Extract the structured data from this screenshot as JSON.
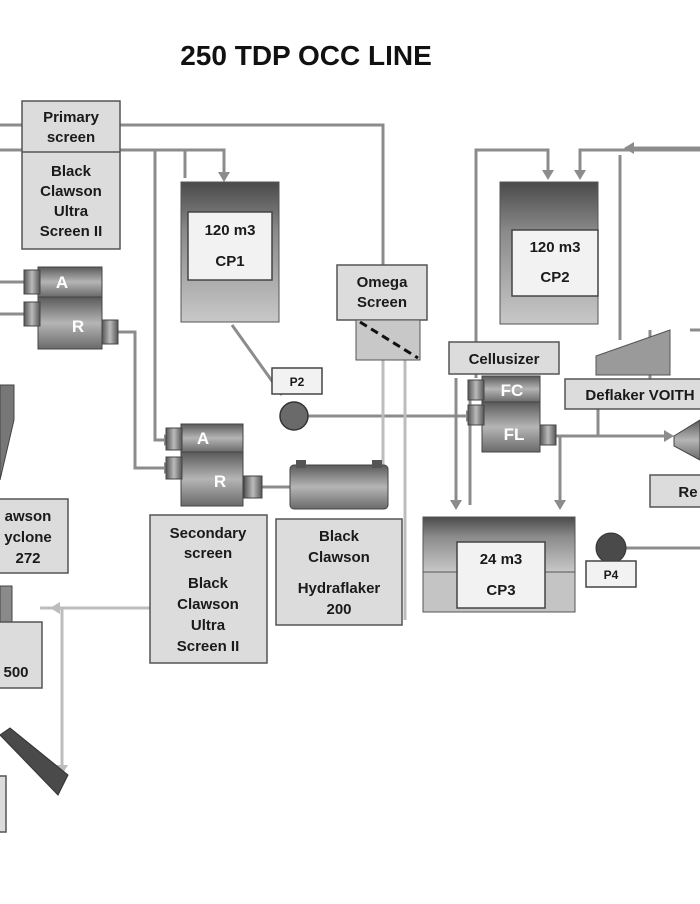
{
  "title": "250 TDP OCC LINE",
  "labels": {
    "primary_screen_line1": "Primary",
    "primary_screen_line2": "screen",
    "primary_screen_model1": "Black",
    "primary_screen_model2": "Clawson",
    "primary_screen_model3": "Ultra",
    "primary_screen_model4": "Screen II",
    "cp1_volume": "120 m3",
    "cp1_name": "CP1",
    "omega_line1": "Omega",
    "omega_line2": "Screen",
    "p2": "P2",
    "stage_a": "A",
    "stage_r": "R",
    "secondary_line1": "Secondary",
    "secondary_line2": "screen",
    "secondary_model1": "Black",
    "secondary_model2": "Clawson",
    "secondary_model3": "Ultra",
    "secondary_model4": "Screen II",
    "hydraflaker_line1": "Black",
    "hydraflaker_line2": "Clawson",
    "hydraflaker_line3": "Hydraflaker",
    "hydraflaker_line4": "200",
    "cp2_volume": "120 m3",
    "cp2_name": "CP2",
    "cellusizer": "Cellusizer",
    "fc": "FC",
    "fl": "FL",
    "deflaker": "Deflaker VOITH",
    "cp3_volume": "24 m3",
    "cp3_name": "CP3",
    "p4": "P4",
    "re_partial": "Re",
    "cyclone_line1": "awson",
    "cyclone_line2": "yclone",
    "cyclone_line3": "272",
    "partial_500": "500"
  },
  "colors": {
    "pipe": "#8c8c8c",
    "pipe_light": "#bdbdbd",
    "box_fill": "#dcdcdc",
    "tank_dark": "#555555",
    "tank_light": "#c4c4c4"
  }
}
